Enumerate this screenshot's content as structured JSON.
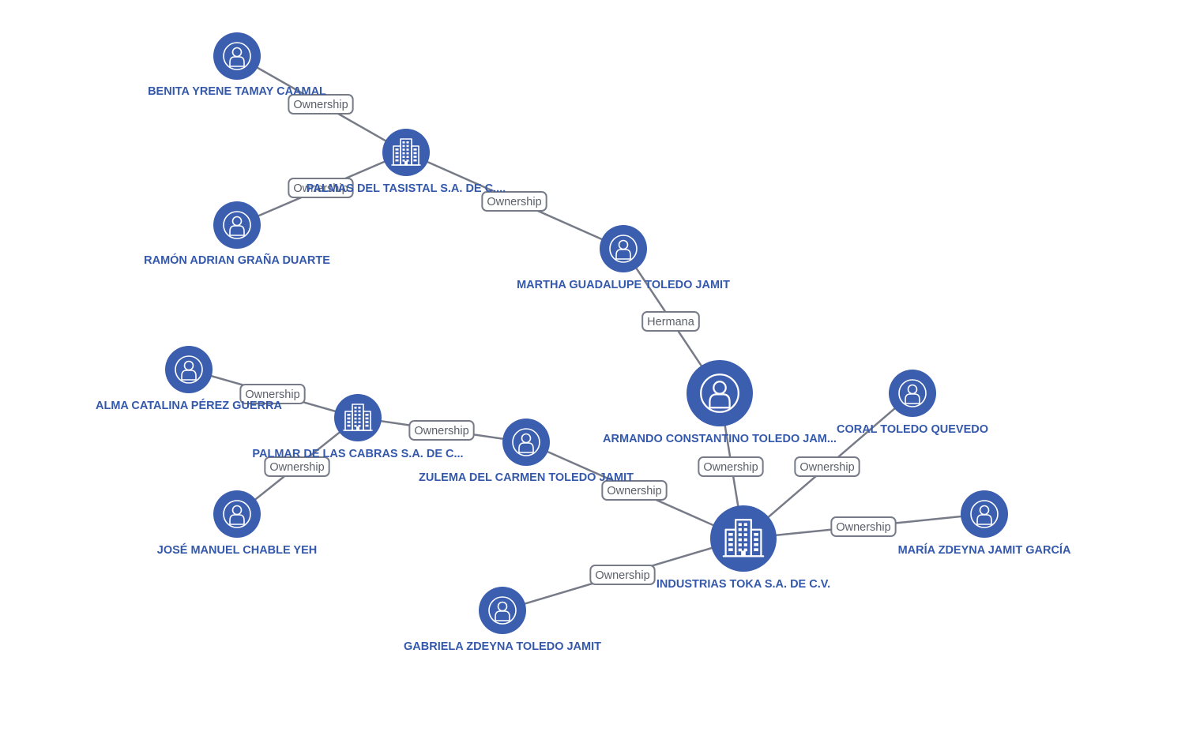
{
  "graph": {
    "accent_color": "#3b5eaf",
    "label_color": "#3458ab",
    "edge_color": "#777b88",
    "nodes": [
      {
        "id": "benita",
        "label": "BENITA YRENE TAMAY CAAMAL",
        "kind": "person",
        "icon": "person-icon"
      },
      {
        "id": "palmas",
        "label": "PALMAS DEL TASISTAL S.A. DE C....",
        "kind": "company",
        "icon": "building-icon"
      },
      {
        "id": "ramon",
        "label": "RAMÓN ADRIAN GRAÑA DUARTE",
        "kind": "person",
        "icon": "person-icon"
      },
      {
        "id": "martha",
        "label": "MARTHA GUADALUPE TOLEDO JAMIT",
        "kind": "person",
        "icon": "person-icon"
      },
      {
        "id": "armando",
        "label": "ARMANDO CONSTANTINO TOLEDO JAM...",
        "kind": "person",
        "icon": "person-icon"
      },
      {
        "id": "alma",
        "label": "ALMA CATALINA PÉREZ GUERRA",
        "kind": "person",
        "icon": "person-icon"
      },
      {
        "id": "palmar",
        "label": "PALMAR DE LAS CABRAS S.A. DE C...",
        "kind": "company",
        "icon": "building-icon"
      },
      {
        "id": "zulema",
        "label": "ZULEMA DEL CARMEN TOLEDO JAMIT",
        "kind": "person",
        "icon": "person-icon"
      },
      {
        "id": "jose",
        "label": "JOSÉ MANUEL CHABLE YEH",
        "kind": "person",
        "icon": "person-icon"
      },
      {
        "id": "coral",
        "label": "CORAL TOLEDO QUEVEDO",
        "kind": "person",
        "icon": "person-icon"
      },
      {
        "id": "maria",
        "label": "MARÍA ZDEYNA JAMIT GARCÍA",
        "kind": "person",
        "icon": "person-icon"
      },
      {
        "id": "toka",
        "label": "INDUSTRIAS TOKA S.A. DE C.V.",
        "kind": "company",
        "icon": "building-icon"
      },
      {
        "id": "gabriela",
        "label": "GABRIELA ZDEYNA TOLEDO JAMIT",
        "kind": "person",
        "icon": "person-icon"
      }
    ],
    "edges": [
      {
        "source": "benita",
        "target": "palmas",
        "label": "Ownership"
      },
      {
        "source": "ramon",
        "target": "palmas",
        "label": "Ownership"
      },
      {
        "source": "palmas",
        "target": "martha",
        "label": "Ownership"
      },
      {
        "source": "martha",
        "target": "armando",
        "label": "Hermana"
      },
      {
        "source": "alma",
        "target": "palmar",
        "label": "Ownership"
      },
      {
        "source": "jose",
        "target": "palmar",
        "label": "Ownership"
      },
      {
        "source": "palmar",
        "target": "zulema",
        "label": "Ownership"
      },
      {
        "source": "zulema",
        "target": "toka",
        "label": "Ownership"
      },
      {
        "source": "armando",
        "target": "toka",
        "label": "Ownership"
      },
      {
        "source": "coral",
        "target": "toka",
        "label": "Ownership"
      },
      {
        "source": "maria",
        "target": "toka",
        "label": "Ownership"
      },
      {
        "source": "gabriela",
        "target": "toka",
        "label": "Ownership"
      }
    ]
  }
}
